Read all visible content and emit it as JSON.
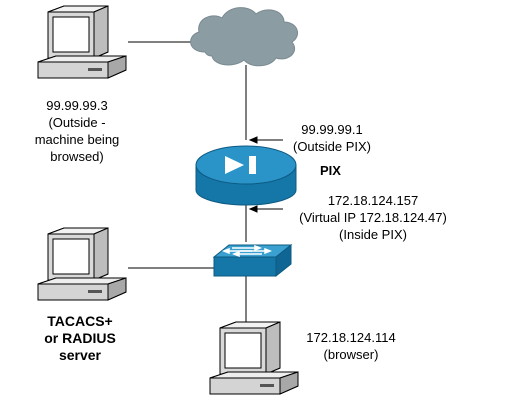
{
  "outside_host": {
    "ip": "99.99.99.3",
    "desc1": "(Outside -",
    "desc2": "machine being",
    "desc3": "browsed)"
  },
  "pix_outside": {
    "ip": "99.99.99.1",
    "desc": "(Outside PIX)"
  },
  "pix": {
    "name": "PIX"
  },
  "pix_inside": {
    "ip": "172.18.124.157",
    "virtual": "(Virtual IP 172.18.124.47)",
    "desc": "(Inside PIX)"
  },
  "aaa_server": {
    "line1": "TACACS+",
    "line2": "or RADIUS",
    "line3": "server"
  },
  "browser_host": {
    "ip": "172.18.124.114",
    "desc": "(browser)"
  },
  "colors": {
    "cloud": "#8c9ca3",
    "pix_body": "#1e86b8",
    "switch_body": "#1e86b8",
    "computer_case": "#d9d9d9",
    "link": "#000000"
  },
  "icons": {
    "cloud": "internet-cloud-icon",
    "pix": "pix-firewall-icon",
    "switch": "switch-icon",
    "computer": "computer-icon"
  }
}
